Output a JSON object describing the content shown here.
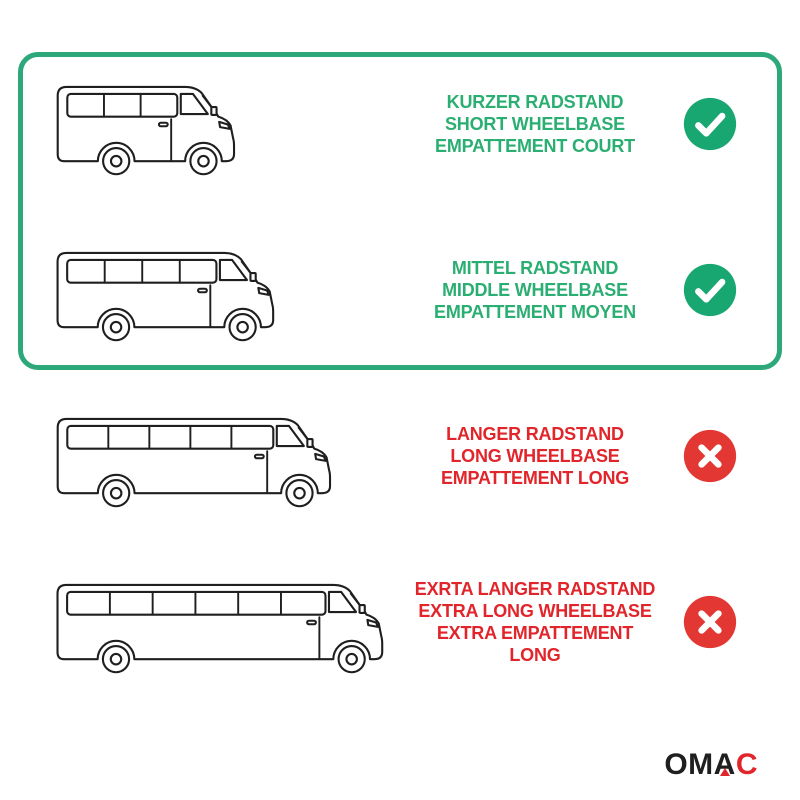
{
  "colors": {
    "green_text": "#2BAE72",
    "green_border": "#2CA87A",
    "green_icon": "#18A771",
    "red_text": "#E1252B",
    "red_icon": "#E23733",
    "ink": "#1F1F1F"
  },
  "rows": [
    {
      "variant": "short-wheelbase",
      "lines": [
        "KURZER RADSTAND",
        "SHORT WHEELBASE",
        "EMPATTEMENT COURT"
      ],
      "status_icon": "checkmark-icon"
    },
    {
      "variant": "middle-wheelbase",
      "lines": [
        "MITTEL RADSTAND",
        "MIDDLE WHEELBASE",
        "EMPATTEMENT MOYEN"
      ],
      "status_icon": "checkmark-icon"
    },
    {
      "variant": "long-wheelbase",
      "lines": [
        "LANGER RADSTAND",
        "LONG WHEELBASE",
        "EMPATTEMENT LONG"
      ],
      "status_icon": "cross-icon"
    },
    {
      "variant": "extra-long-wheelbase",
      "lines": [
        "EXRTA LANGER RADSTAND",
        "EXTRA LONG WHEELBASE",
        "EXTRA EMPATTEMENT LONG"
      ],
      "status_icon": "cross-icon"
    }
  ],
  "brand": {
    "name": "OMAC",
    "prefix": "OM",
    "letter_a": "A",
    "suffix": "C"
  }
}
